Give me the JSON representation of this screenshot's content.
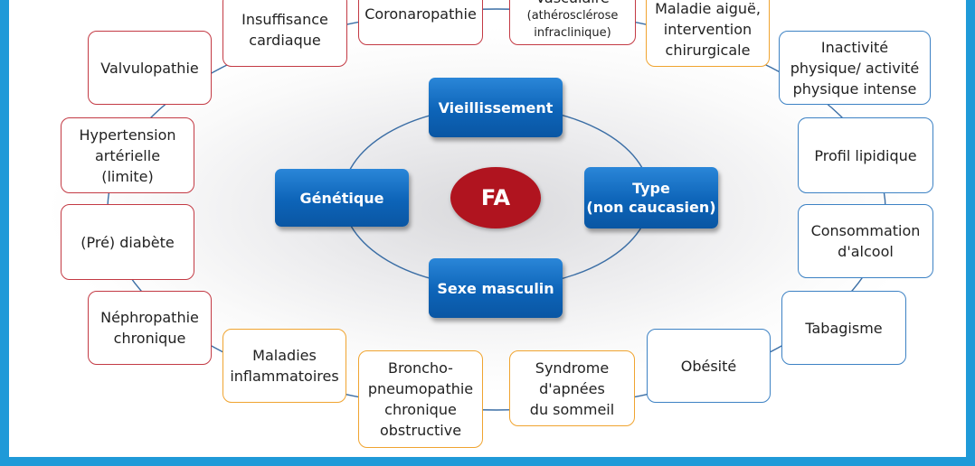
{
  "center": {
    "label": "FA"
  },
  "core_factors": [
    {
      "id": "vieillissement",
      "label": "Vieillissement"
    },
    {
      "id": "genetique",
      "label": "Génétique"
    },
    {
      "id": "type",
      "label": "Type\n(non caucasien)"
    },
    {
      "id": "sexe",
      "label": "Sexe masculin"
    }
  ],
  "factors": [
    {
      "id": "insuffisance",
      "label": "Insuffisance\ncardiaque",
      "category": "red"
    },
    {
      "id": "coronaropathie",
      "label": "Coronaropathie",
      "category": "red"
    },
    {
      "id": "vasculaire",
      "label": "Vasculaire",
      "sublabel": "(athérosclérose\ninfraclinique)",
      "category": "red"
    },
    {
      "id": "maladie-aigue",
      "label": "Maladie aiguë,\nintervention\nchirurgicale",
      "category": "orange"
    },
    {
      "id": "inactivite",
      "label": "Inactivité\nphysique/ activité\nphysique intense",
      "category": "blue"
    },
    {
      "id": "valvulopathie",
      "label": "Valvulopathie",
      "category": "red"
    },
    {
      "id": "hypertension",
      "label": "Hypertension\nartérielle\n(limite)",
      "category": "red"
    },
    {
      "id": "profil-lipidique",
      "label": "Profil lipidique",
      "category": "blue"
    },
    {
      "id": "pre-diabete",
      "label": "(Pré) diabète",
      "category": "red"
    },
    {
      "id": "alcool",
      "label": "Consommation\nd'alcool",
      "category": "blue"
    },
    {
      "id": "tabagisme",
      "label": "Tabagisme",
      "category": "blue"
    },
    {
      "id": "nephropathie",
      "label": "Néphropathie\nchronique",
      "category": "red"
    },
    {
      "id": "obesite",
      "label": "Obésité",
      "category": "blue"
    },
    {
      "id": "maladies-inflammatoires",
      "label": "Maladies\ninflammatoires",
      "category": "orange"
    },
    {
      "id": "bpco",
      "label": "Broncho-\npneumopathie\nchronique\nobstructive",
      "category": "orange"
    },
    {
      "id": "apnees",
      "label": "Syndrome\nd'apnées\ndu sommeil",
      "category": "orange"
    }
  ],
  "colors": {
    "frame": "#1f9ad8",
    "core_blue": "#0d64b8",
    "center_red": "#b0141f",
    "border_red": "#c33a44",
    "border_orange": "#f0a430",
    "border_blue": "#3d82c4",
    "ring_line": "#3b6ea5"
  }
}
